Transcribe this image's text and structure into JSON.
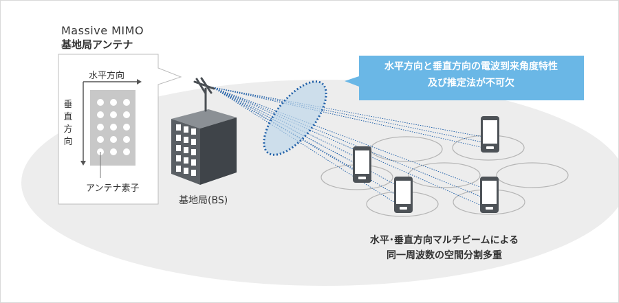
{
  "title": {
    "line1": "Massive MIMO",
    "line2": "基地局アンテナ"
  },
  "antenna_detail": {
    "horizontal_label": "水平方向",
    "vertical_label": "垂直方向",
    "element_label": "アンテナ素子"
  },
  "base_station": {
    "label": "基地局(BS)"
  },
  "callout": {
    "line1": "水平方向と垂直方向の電波到来角度特性",
    "line2": "及び推定法が不可欠"
  },
  "caption": {
    "line1": "水平･垂直方向マルチビームによる",
    "line2": "同一周波数の空間分割多重"
  },
  "colors": {
    "ground": "#ededed",
    "building": "#555a5f",
    "beam": "#1f5fa8",
    "callout": "#6ab7e6",
    "ellipse_fill": "#bcd6ea"
  }
}
